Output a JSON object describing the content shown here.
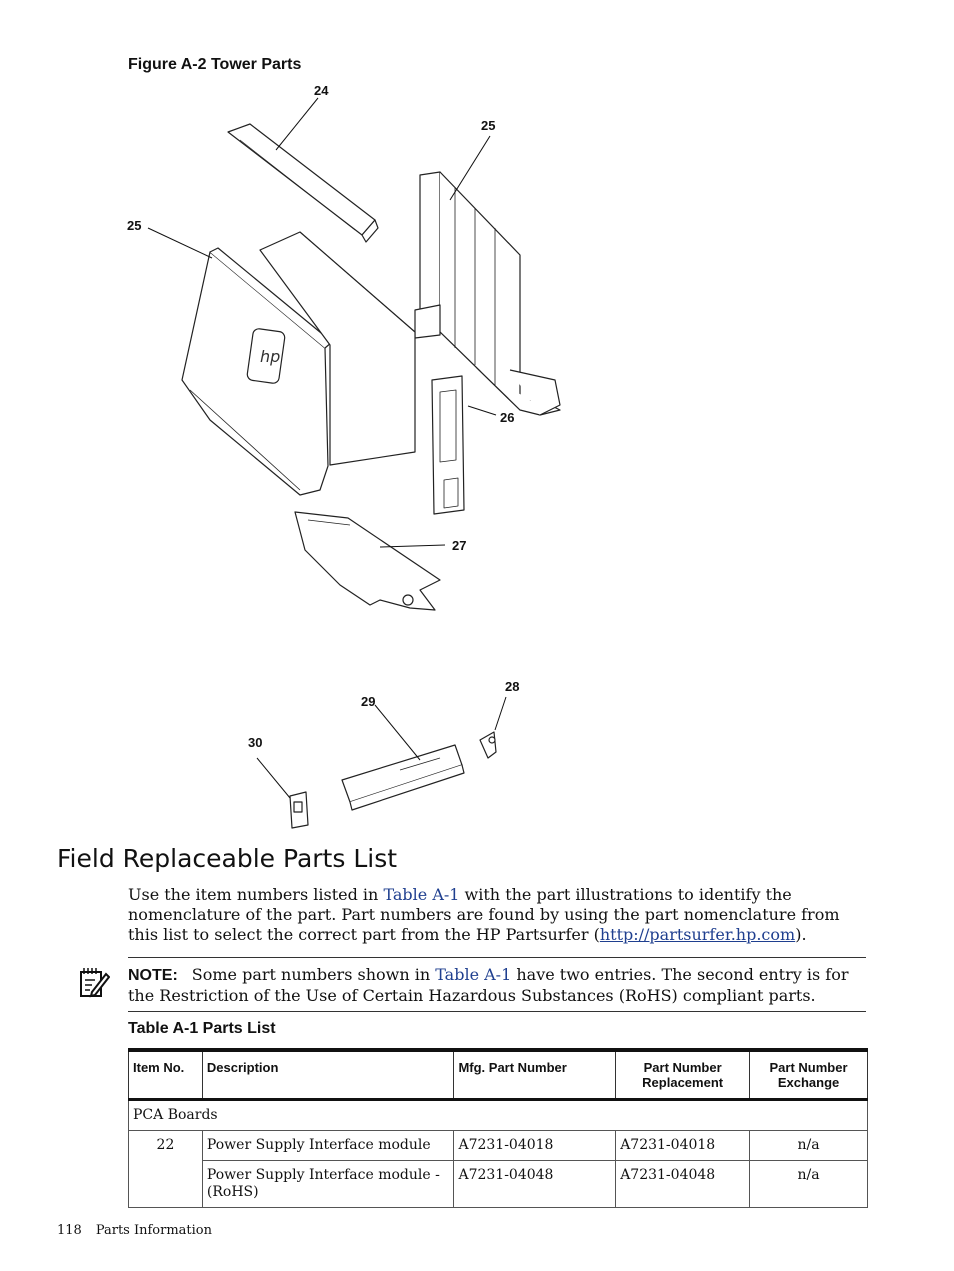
{
  "figure": {
    "caption": "Figure A-2 Tower Parts",
    "callouts": [
      "24",
      "25",
      "25",
      "26",
      "27",
      "28",
      "29",
      "30"
    ]
  },
  "section": {
    "title": "Field Replaceable Parts List",
    "para_before": "Use the item numbers listed in ",
    "para_link": "Table A-1",
    "para_mid": " with the part illustrations to identify the nomenclature of the part. Part numbers are found by using the part nomenclature from this list to select the correct part from the HP Partsurfer (",
    "para_url": "http://partsurfer.hp.com",
    "para_end": ")."
  },
  "note": {
    "label": "NOTE:",
    "text_before": "Some part numbers shown in ",
    "link": "Table A-1",
    "text_after": " have two entries. The second entry is for the Restriction of the Use of Certain Hazardous Substances (RoHS) compliant parts."
  },
  "table": {
    "caption": "Table A-1 Parts List",
    "headers": [
      "Item No.",
      "Description",
      "Mfg. Part Number",
      "Part Number Replacement",
      "Part Number Exchange"
    ],
    "group": "PCA Boards",
    "rows": [
      {
        "item": "22",
        "desc": "Power Supply Interface module",
        "mfg": "A7231-04018",
        "repl": "A7231-04018",
        "exch": "n/a"
      },
      {
        "item": "",
        "desc": "Power Supply Interface module - (RoHS)",
        "mfg": "A7231-04048",
        "repl": "A7231-04048",
        "exch": "n/a"
      }
    ]
  },
  "footer": {
    "page": "118",
    "section": "Parts Information"
  }
}
